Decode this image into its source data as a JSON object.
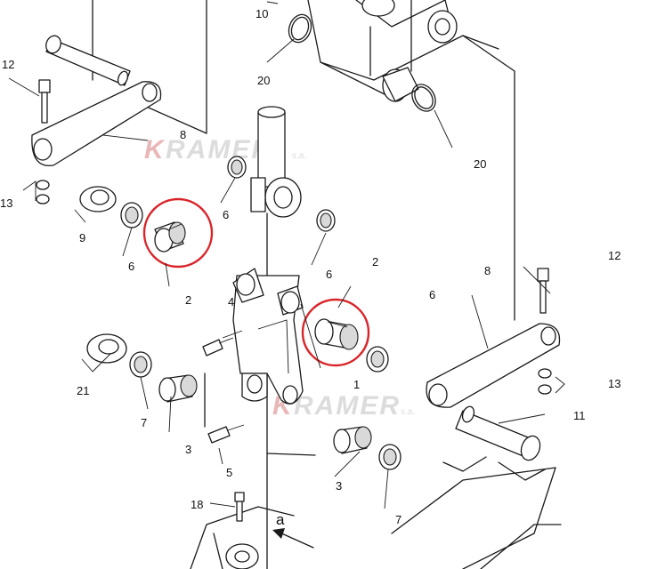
{
  "watermark": {
    "brand": "RAMER",
    "brand_initial": "K",
    "suffix": "s.a."
  },
  "callouts": {
    "top_10": "10",
    "top_20_left": "20",
    "top_20_right": "20",
    "left_12": "12",
    "left_8": "8",
    "left_13": "13",
    "left_9": "9",
    "left_6_lower": "6",
    "left_6_upper": "6",
    "center_2_left": "2",
    "center_4": "4",
    "center_6": "6",
    "right_2": "2",
    "right_8": "8",
    "right_6": "6",
    "right_12": "12",
    "right_13": "13",
    "right_11": "11",
    "left_21": "21",
    "left_7": "7",
    "center_1": "1",
    "left_3": "3",
    "center_5": "5",
    "center_3": "3",
    "right_7": "7",
    "bottom_18": "18",
    "bottom_a": "a"
  },
  "highlight_color": "#d9252a"
}
